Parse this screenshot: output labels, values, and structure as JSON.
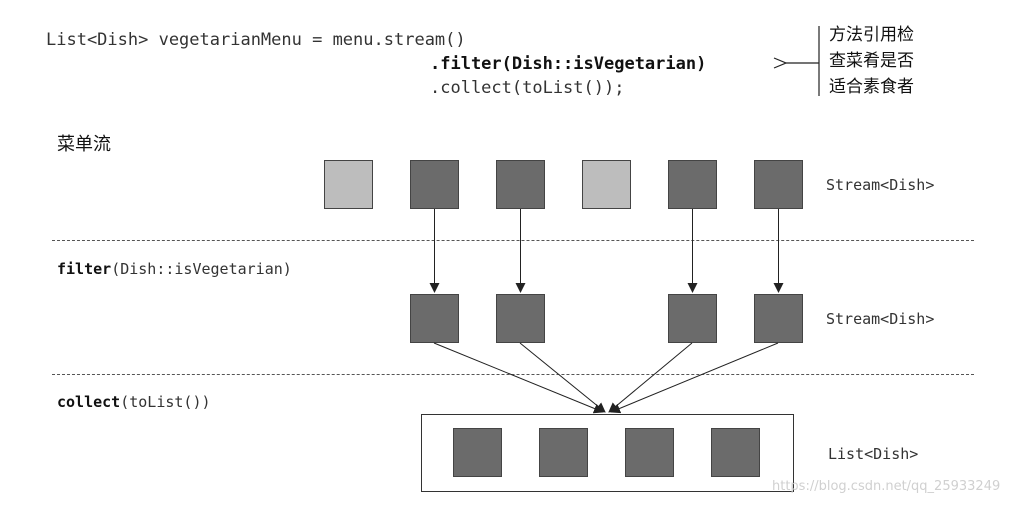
{
  "code": {
    "line1": "List<Dish> vegetarianMenu = menu.stream()",
    "line2": ".filter(Dish::isVegetarian)",
    "line3": ".collect(toList());"
  },
  "annotation": {
    "line1": "方法引用检",
    "line2": "查菜肴是否",
    "line3": "适合素食者"
  },
  "menu_label": "菜单流",
  "rows": {
    "row1": {
      "type_label": "Stream<Dish>",
      "items": [
        {
          "shade": "light",
          "vegetarian": false
        },
        {
          "shade": "dark",
          "vegetarian": true
        },
        {
          "shade": "dark",
          "vegetarian": true
        },
        {
          "shade": "light",
          "vegetarian": false
        },
        {
          "shade": "dark",
          "vegetarian": true
        },
        {
          "shade": "dark",
          "vegetarian": true
        }
      ]
    },
    "row2": {
      "op_name": "filter",
      "op_arg": "(Dish::isVegetarian)",
      "type_label": "Stream<Dish>"
    },
    "row3": {
      "op_name": "collect",
      "op_arg": "(toList())",
      "type_label": "List<Dish>"
    }
  },
  "colors": {
    "dark_square": "#6b6b6b",
    "light_square": "#bdbdbd",
    "line": "#222222"
  },
  "watermark": "https://blog.csdn.net/qq_25933249"
}
